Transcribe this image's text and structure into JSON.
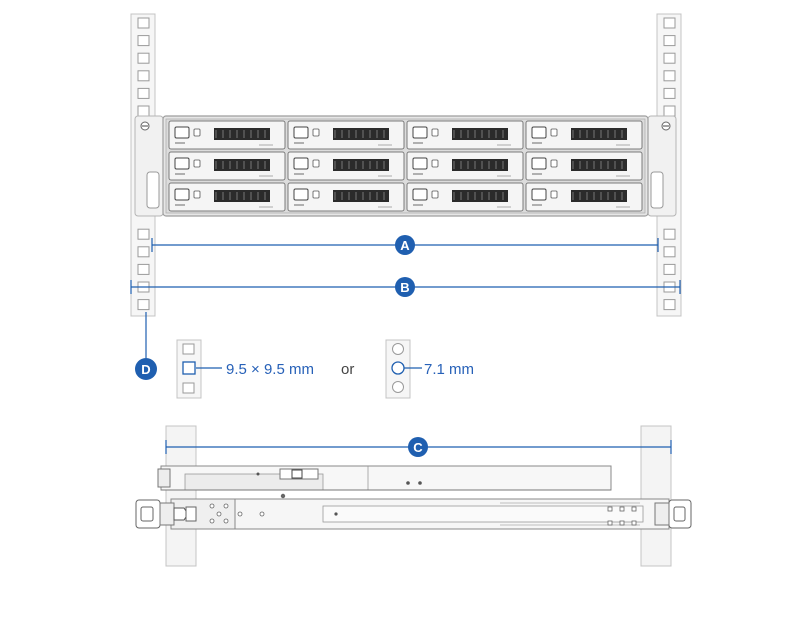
{
  "colors": {
    "accent": "#1f5fb0",
    "rail": "#f5f5f5",
    "rail_stroke": "#b9b9b9",
    "chassis": "#e9e9e9",
    "drive_dark": "#2b2b2b",
    "text_blue": "#2761b8",
    "text_gray": "#444444"
  },
  "markers": {
    "a": "A",
    "b": "B",
    "c": "C",
    "d": "D"
  },
  "hole_specs": {
    "square": "9.5 × 9.5 mm",
    "or": "or",
    "round": "7.1 mm"
  },
  "device": {
    "name": "12-bay rackmount NAS",
    "drive_bays": 12,
    "columns": 4,
    "rows": 3
  },
  "icons": {
    "square_hole": "square-hole-icon",
    "round_hole": "round-hole-icon",
    "ear_screw": "screw-icon"
  }
}
